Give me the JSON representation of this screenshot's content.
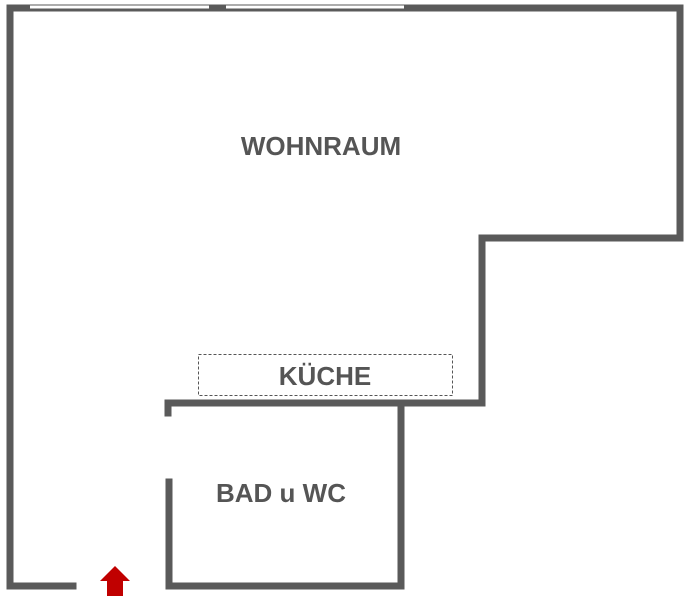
{
  "rooms": {
    "living": "WOHNRAUM",
    "kitchen": "KÜCHE",
    "bath": "BAD u WC"
  },
  "colors": {
    "wall": "#5a5a5a",
    "entrance_arrow": "#c00000"
  },
  "icons": {
    "entrance": "arrow-up-icon"
  }
}
